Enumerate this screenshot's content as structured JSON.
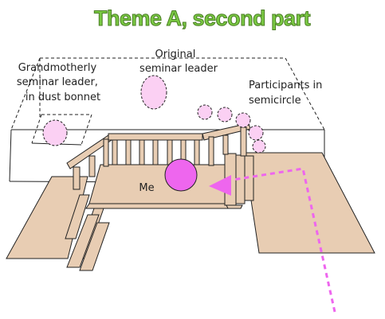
{
  "title": "Theme A, second part",
  "labels": {
    "grandmotherly": [
      "Grandmotherly",
      "seminar leader,",
      "in dust bonnet"
    ],
    "original": [
      "Original",
      "seminar leader"
    ],
    "participants": [
      "Participants in",
      "semicircle"
    ],
    "me": "Me"
  },
  "colors": {
    "floor": "#e8cdb3",
    "person_fill": "#fbd0f3",
    "me_fill": "#ee66ee",
    "arrow": "#ee66ee",
    "title": "#7ac943"
  }
}
